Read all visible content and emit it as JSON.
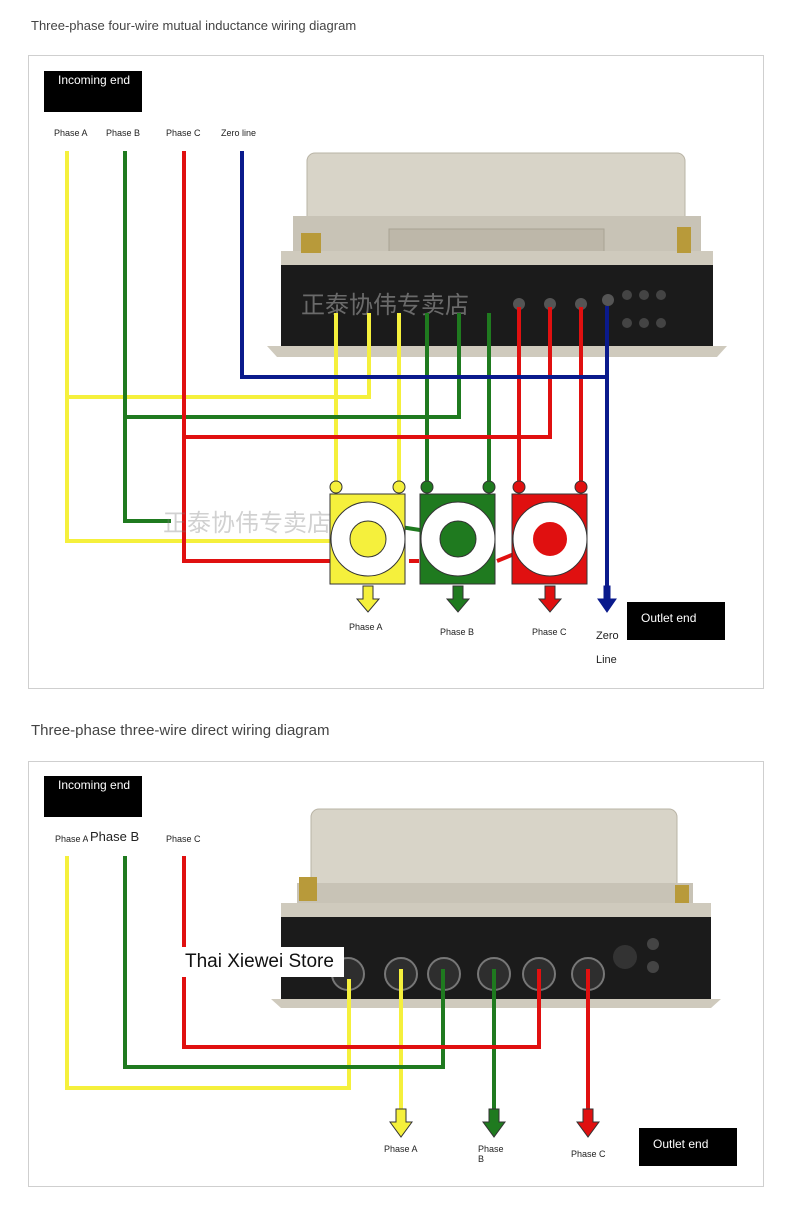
{
  "diagram1": {
    "title": "Three-phase four-wire mutual inductance wiring diagram",
    "incoming_label": "Incoming end",
    "wire_labels": [
      "Phase A",
      "Phase B",
      "Phase C",
      "Zero line"
    ],
    "outlet_label": "Outlet end",
    "out_labels": {
      "a": "Phase A",
      "b": "Phase B",
      "c": "Phase C",
      "zero": "Zero Line"
    },
    "watermark": "正泰协伟专卖店"
  },
  "diagram2": {
    "title": "Three-phase three-wire direct wiring diagram",
    "incoming_label": "Incoming end",
    "wire_labels": [
      "Phase A",
      "Phase B",
      "Phase C"
    ],
    "store_label": "Thai Xiewei Store",
    "outlet_label": "Outlet end",
    "out_labels": {
      "a": "Phase A",
      "b": "Phase B",
      "c": "Phase C"
    }
  },
  "colors": {
    "phase_a": "#f5f03c",
    "phase_b": "#1f7a1f",
    "phase_c": "#e01010",
    "zero": "#0a1a8c"
  },
  "icons": [
    "meter-body",
    "current-transformer",
    "down-arrow"
  ]
}
